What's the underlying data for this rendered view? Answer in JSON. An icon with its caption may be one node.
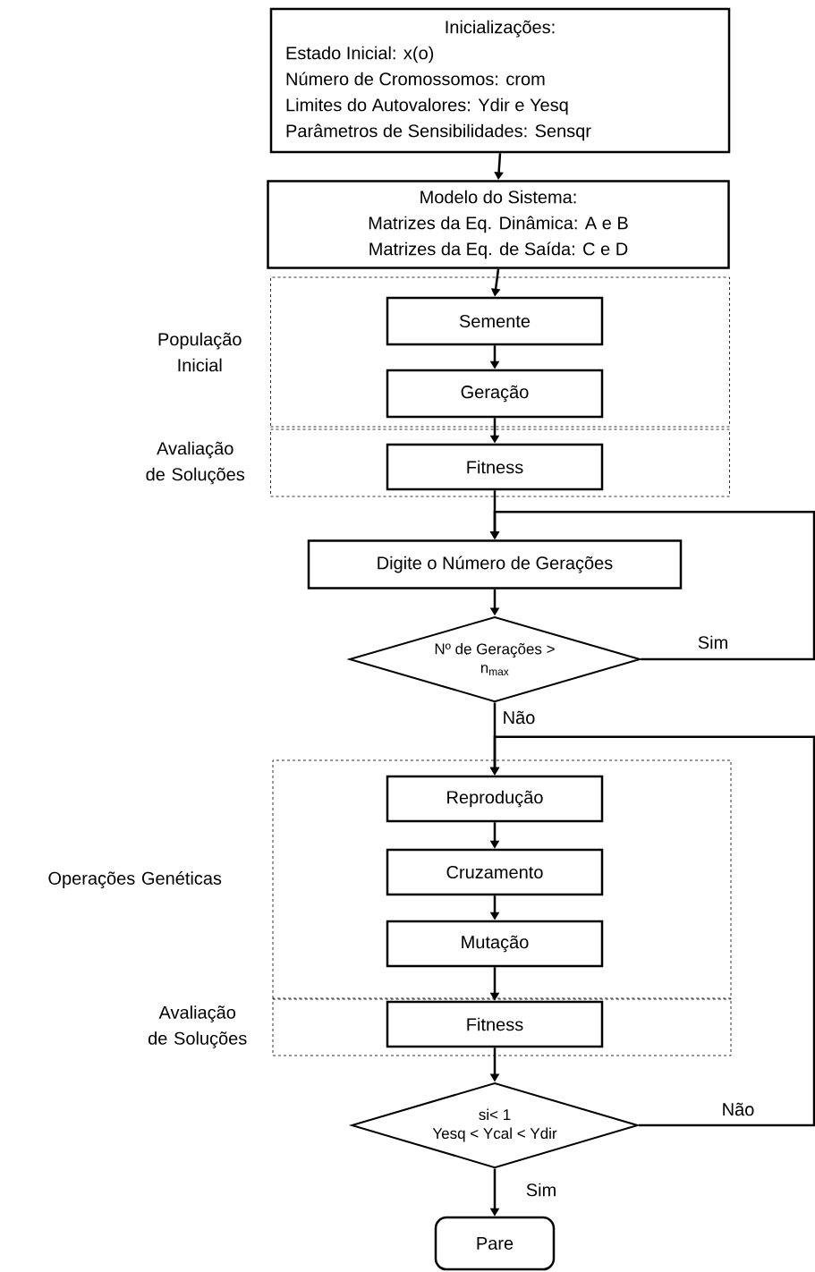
{
  "diagram": {
    "nodes": [
      {
        "text": [
          "Inicializações:",
          "Estado Inicial: x(o)",
          "Número de Cromossomos: crom",
          "Limites do Autovalores: Ydir e Yesq",
          "Parâmetros de Sensibilidades: Sensqr"
        ]
      },
      {
        "text": [
          "Modelo do Sistema:",
          "Matrizes da Eq. Dinâmica: A e B",
          "Matrizes da Eq. de Saída:  C e D"
        ]
      },
      {
        "text": [
          "População Inicial"
        ]
      },
      {
        "text": [
          "Semente"
        ],
        "in": 2
      },
      {
        "text": [
          "Geração"
        ],
        "in": 2
      },
      {
        "text": [
          "Avaliação de Soluções"
        ]
      },
      {
        "text": [
          "Fitness"
        ],
        "in": 5
      },
      {
        "text": [
          "Digite o Número de Gerações"
        ]
      },
      {
        "text": [
          "Nº de Gerações > n$_{max}$"
        ]
      },
      {
        "text": [
          "Operações Genéticas"
        ]
      },
      {
        "text": [
          "Reprodução"
        ],
        "in": 9
      },
      {
        "text": [
          "Cruzamento"
        ],
        "in": 9
      },
      {
        "text": [
          "Mutação"
        ],
        "in": 9
      },
      {
        "text": [
          "Avaliação de Soluções"
        ]
      },
      {
        "text": [
          "Fitness"
        ],
        "in": 13
      },
      {
        "text": [
          "si< 1",
          "Yesq < Ycal < Ydir"
        ]
      },
      {
        "text": [
          "Pare"
        ]
      }
    ],
    "edges": [
      {
        "from": 0,
        "to": 1,
        "arrow": "to"
      },
      {
        "from": 1,
        "to": 3,
        "arrow": "to"
      },
      {
        "from": 3,
        "to": 4,
        "arrow": "to"
      },
      {
        "from": 4,
        "to": 6,
        "arrow": "to"
      },
      {
        "from": 6,
        "to": 7,
        "arrow": "to"
      },
      {
        "from": 7,
        "to": 8,
        "arrow": "to"
      },
      {
        "from": 8,
        "to": 7,
        "arrow": "to",
        "label": "Sim"
      },
      {
        "from": 8,
        "to": 10,
        "arrow": "to",
        "label": "Não"
      },
      {
        "from": 10,
        "to": 11,
        "arrow": "to"
      },
      {
        "from": 11,
        "to": 12,
        "arrow": "to"
      },
      {
        "from": 12,
        "to": 14,
        "arrow": "to"
      },
      {
        "from": 14,
        "to": 15,
        "arrow": "to"
      },
      {
        "from": 15,
        "to": 16,
        "arrow": "to",
        "label": "Sim"
      },
      {
        "from": 15,
        "to": 10,
        "arrow": "to",
        "label": "Não"
      }
    ]
  }
}
